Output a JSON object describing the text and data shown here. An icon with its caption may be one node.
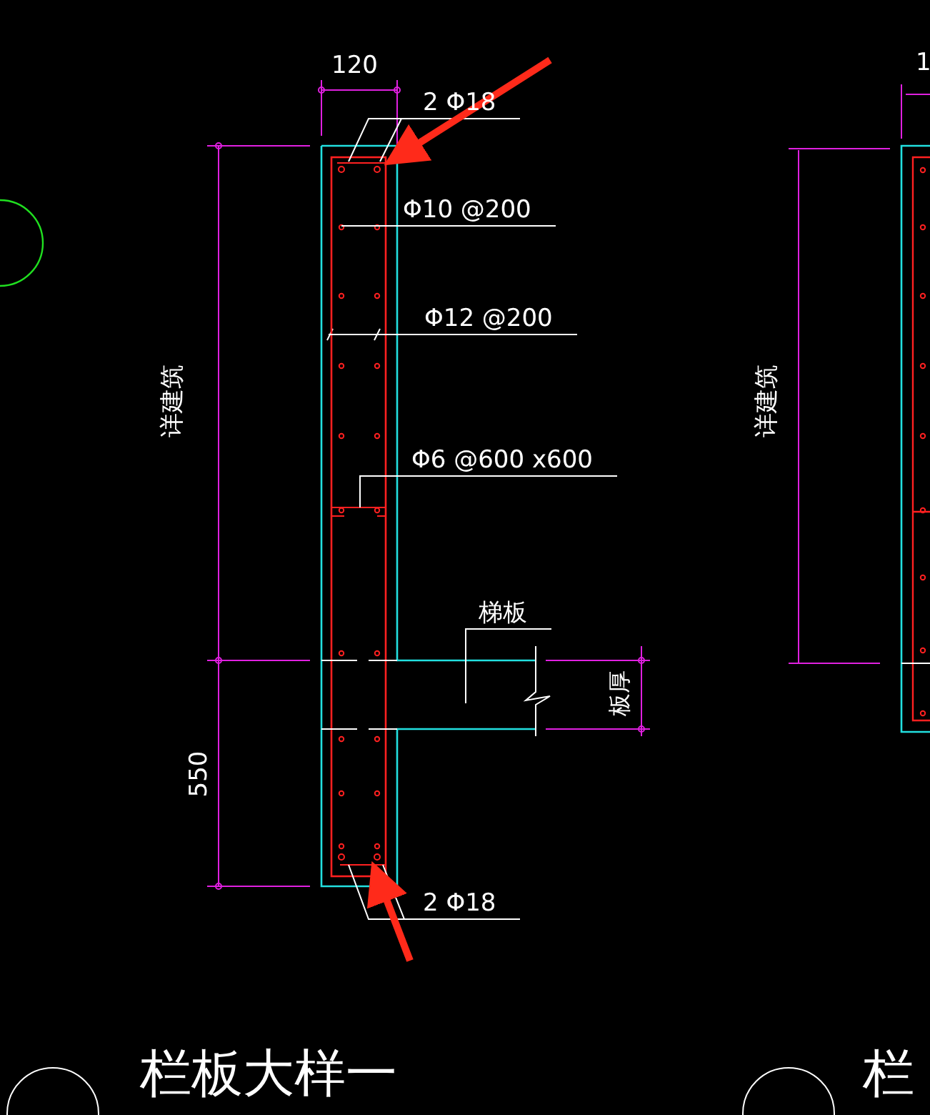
{
  "diagram": {
    "title": "栏板大样一",
    "nodes": [
      {
        "text": [
          "2 Φ18"
        ]
      },
      {
        "text": [],
        "shape": "circle"
      },
      {
        "text": [
          "Φ10 @200"
        ]
      },
      {
        "text": [
          "Φ12 @200"
        ]
      },
      {
        "text": [
          "Φ6 @600 x600"
        ]
      },
      {
        "text": [
          "梯板"
        ]
      },
      {
        "text": [
          "2 Φ18"
        ]
      },
      {
        "text": [],
        "shape": "circle"
      }
    ],
    "edges": [
      {
        "from": 0,
        "to": 1,
        "arrow": "none"
      },
      {
        "from": 2,
        "to": null,
        "arrow": "none"
      },
      {
        "from": 3,
        "to": null,
        "arrow": "none"
      },
      {
        "from": 4,
        "to": null,
        "arrow": "none"
      },
      {
        "from": 5,
        "to": null,
        "arrow": "none"
      },
      {
        "from": 6,
        "to": 7,
        "arrow": "none"
      },
      {
        "from": null,
        "to": 1,
        "arrow": "to",
        "style": "thick",
        "color": "#ff2a1a"
      },
      {
        "from": null,
        "to": 7,
        "arrow": "to",
        "style": "thick",
        "color": "#ff2a1a"
      }
    ],
    "labels": [
      "120",
      "详建筑",
      "550",
      "板厚",
      "1",
      "详建筑",
      "栏"
    ]
  }
}
